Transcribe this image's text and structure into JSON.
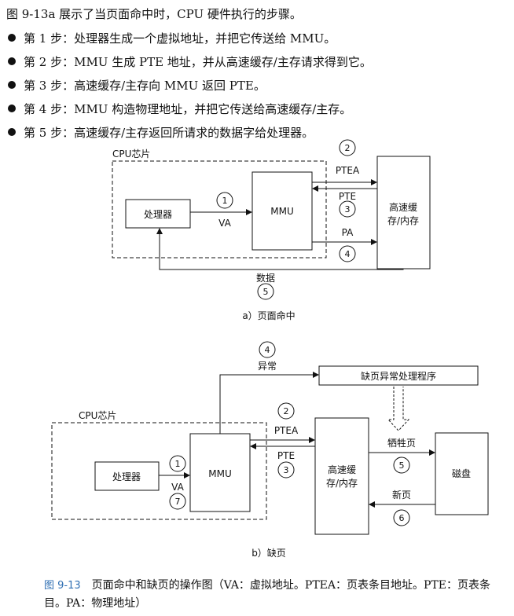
{
  "intro": "图 9-13a 展示了当页面命中时，CPU 硬件执行的步骤。",
  "steps": [
    "第 1 步：处理器生成一个虚拟地址，并把它传送给 MMU。",
    "第 2 步：MMU 生成 PTE 地址，并从高速缓存/主存请求得到它。",
    "第 3 步：高速缓存/主存向 MMU 返回 PTE。",
    "第 4 步：MMU 构造物理地址，并把它传送给高速缓存/主存。",
    "第 5 步：高速缓存/主存返回所请求的数据字给处理器。"
  ],
  "diagram_a": {
    "cpu_chip": "CPU芯片",
    "processor": "处理器",
    "mmu": "MMU",
    "cache_line1": "高速缓",
    "cache_line2": "存/内存",
    "va": "VA",
    "ptea": "PTEA",
    "pte": "PTE",
    "pa": "PA",
    "data": "数据",
    "n1": "1",
    "n2": "2",
    "n3": "3",
    "n4": "4",
    "n5": "5",
    "caption": "a）页面命中"
  },
  "diagram_b": {
    "cpu_chip": "CPU芯片",
    "processor": "处理器",
    "mmu": "MMU",
    "cache_line1": "高速缓",
    "cache_line2": "存/内存",
    "disk": "磁盘",
    "handler": "缺页异常处理程序",
    "exception": "异常",
    "va": "VA",
    "ptea": "PTEA",
    "pte": "PTE",
    "victim": "牺牲页",
    "newpage": "新页",
    "n1": "1",
    "n2": "2",
    "n3": "3",
    "n4": "4",
    "n5": "5",
    "n6": "6",
    "n7": "7",
    "caption": "b）缺页"
  },
  "caption": {
    "figure_no": "图 9-13",
    "text": "页面命中和缺页的操作图（VA：虚拟地址。PTEA：页表条目地址。PTE：页表条目。PA：物理地址）"
  }
}
